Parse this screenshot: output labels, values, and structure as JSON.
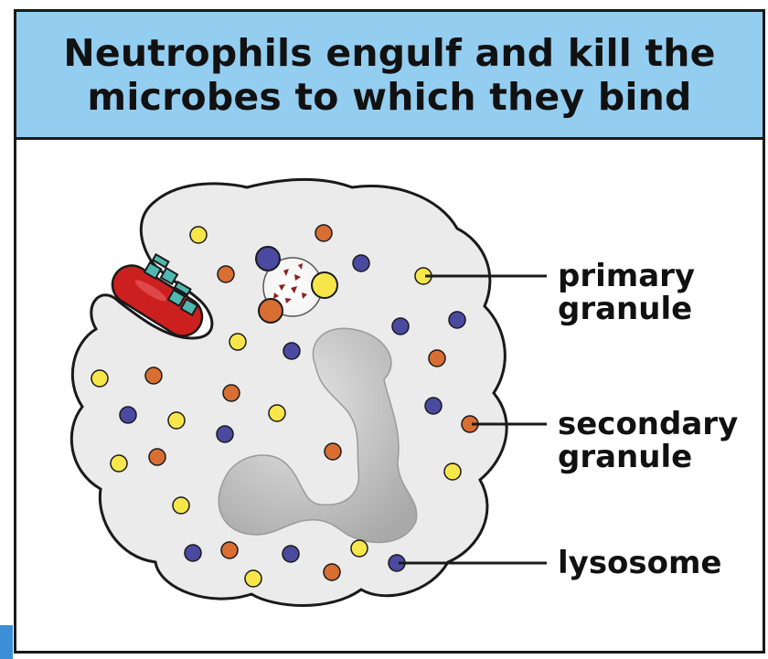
{
  "title": {
    "line1": "Neutrophils engulf and kill the",
    "line2": "microbes to which they bind"
  },
  "labels": {
    "primary_line1": "primary",
    "primary_line2": "granule",
    "secondary_line1": "secondary",
    "secondary_line2": "granule",
    "lysosome": "lysosome"
  },
  "colors": {
    "header_bg": "#93cdf0",
    "cell_fill": "#ebebeb",
    "primary_granule": "#f6e64a",
    "secondary_granule": "#d86e32",
    "lysosome": "#4a4aa0",
    "nucleus": "#c4c4c4",
    "microbe": "#cc2020",
    "receptor": "#4fb8b0"
  }
}
